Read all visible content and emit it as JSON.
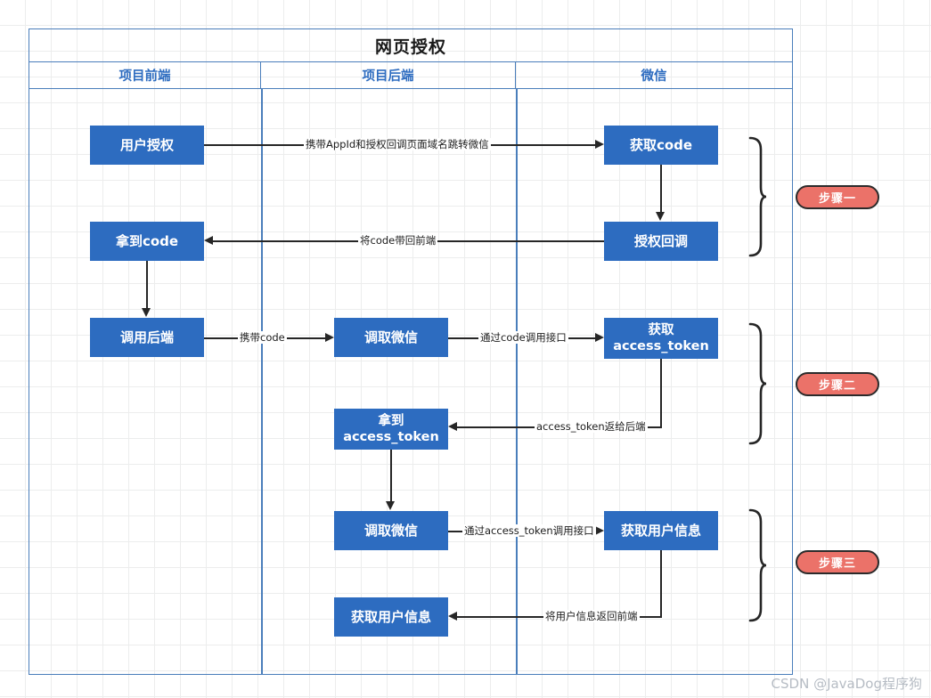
{
  "diagram": {
    "title": "网页授权",
    "columns": [
      {
        "label": "项目前端"
      },
      {
        "label": "项目后端"
      },
      {
        "label": "微信"
      }
    ],
    "nodes": [
      {
        "id": "n1",
        "label": "用户授权",
        "lane": "项目前端"
      },
      {
        "id": "n2",
        "label": "获取code",
        "lane": "微信"
      },
      {
        "id": "n3",
        "label": "授权回调",
        "lane": "微信"
      },
      {
        "id": "n4",
        "label": "拿到code",
        "lane": "项目前端"
      },
      {
        "id": "n5",
        "label": "调用后端",
        "lane": "项目前端"
      },
      {
        "id": "n6",
        "label": "调取微信",
        "lane": "项目后端"
      },
      {
        "id": "n7",
        "line1": "获取",
        "line2": "access_token",
        "lane": "微信"
      },
      {
        "id": "n8",
        "line1": "拿到",
        "line2": "access_token",
        "lane": "项目后端"
      },
      {
        "id": "n9",
        "label": "调取微信",
        "lane": "项目后端"
      },
      {
        "id": "n10",
        "label": "获取用户信息",
        "lane": "微信"
      },
      {
        "id": "n11",
        "label": "获取用户信息",
        "lane": "项目后端"
      }
    ],
    "edges": [
      {
        "from": "n1",
        "to": "n2",
        "label": "携带AppId和授权回调页面域名跳转微信"
      },
      {
        "from": "n2",
        "to": "n3",
        "label": ""
      },
      {
        "from": "n3",
        "to": "n4",
        "label": "将code带回前端"
      },
      {
        "from": "n4",
        "to": "n5",
        "label": ""
      },
      {
        "from": "n5",
        "to": "n6",
        "label": "携带code"
      },
      {
        "from": "n6",
        "to": "n7",
        "label": "通过code调用接口"
      },
      {
        "from": "n7",
        "to": "n8",
        "label": "access_token返给后端"
      },
      {
        "from": "n8",
        "to": "n9",
        "label": ""
      },
      {
        "from": "n9",
        "to": "n10",
        "label": "通过access_token调用接口"
      },
      {
        "from": "n10",
        "to": "n11",
        "label": "将用户信息返回前端"
      }
    ],
    "steps": [
      {
        "label": "步骤一"
      },
      {
        "label": "步骤二"
      },
      {
        "label": "步骤三"
      }
    ],
    "watermark": "CSDN @JavaDog程序狗",
    "colors": {
      "node_fill": "#2d6cc0",
      "node_text": "#ffffff",
      "frame_border": "#4a7ebb",
      "header_text": "#2d6cc0",
      "title_text": "#1a1a1a",
      "badge_fill": "#eb7269",
      "badge_border": "#2b2b2b",
      "connector": "#262626",
      "grid": "#eceded",
      "watermark_text": "#b6bcc4"
    }
  }
}
